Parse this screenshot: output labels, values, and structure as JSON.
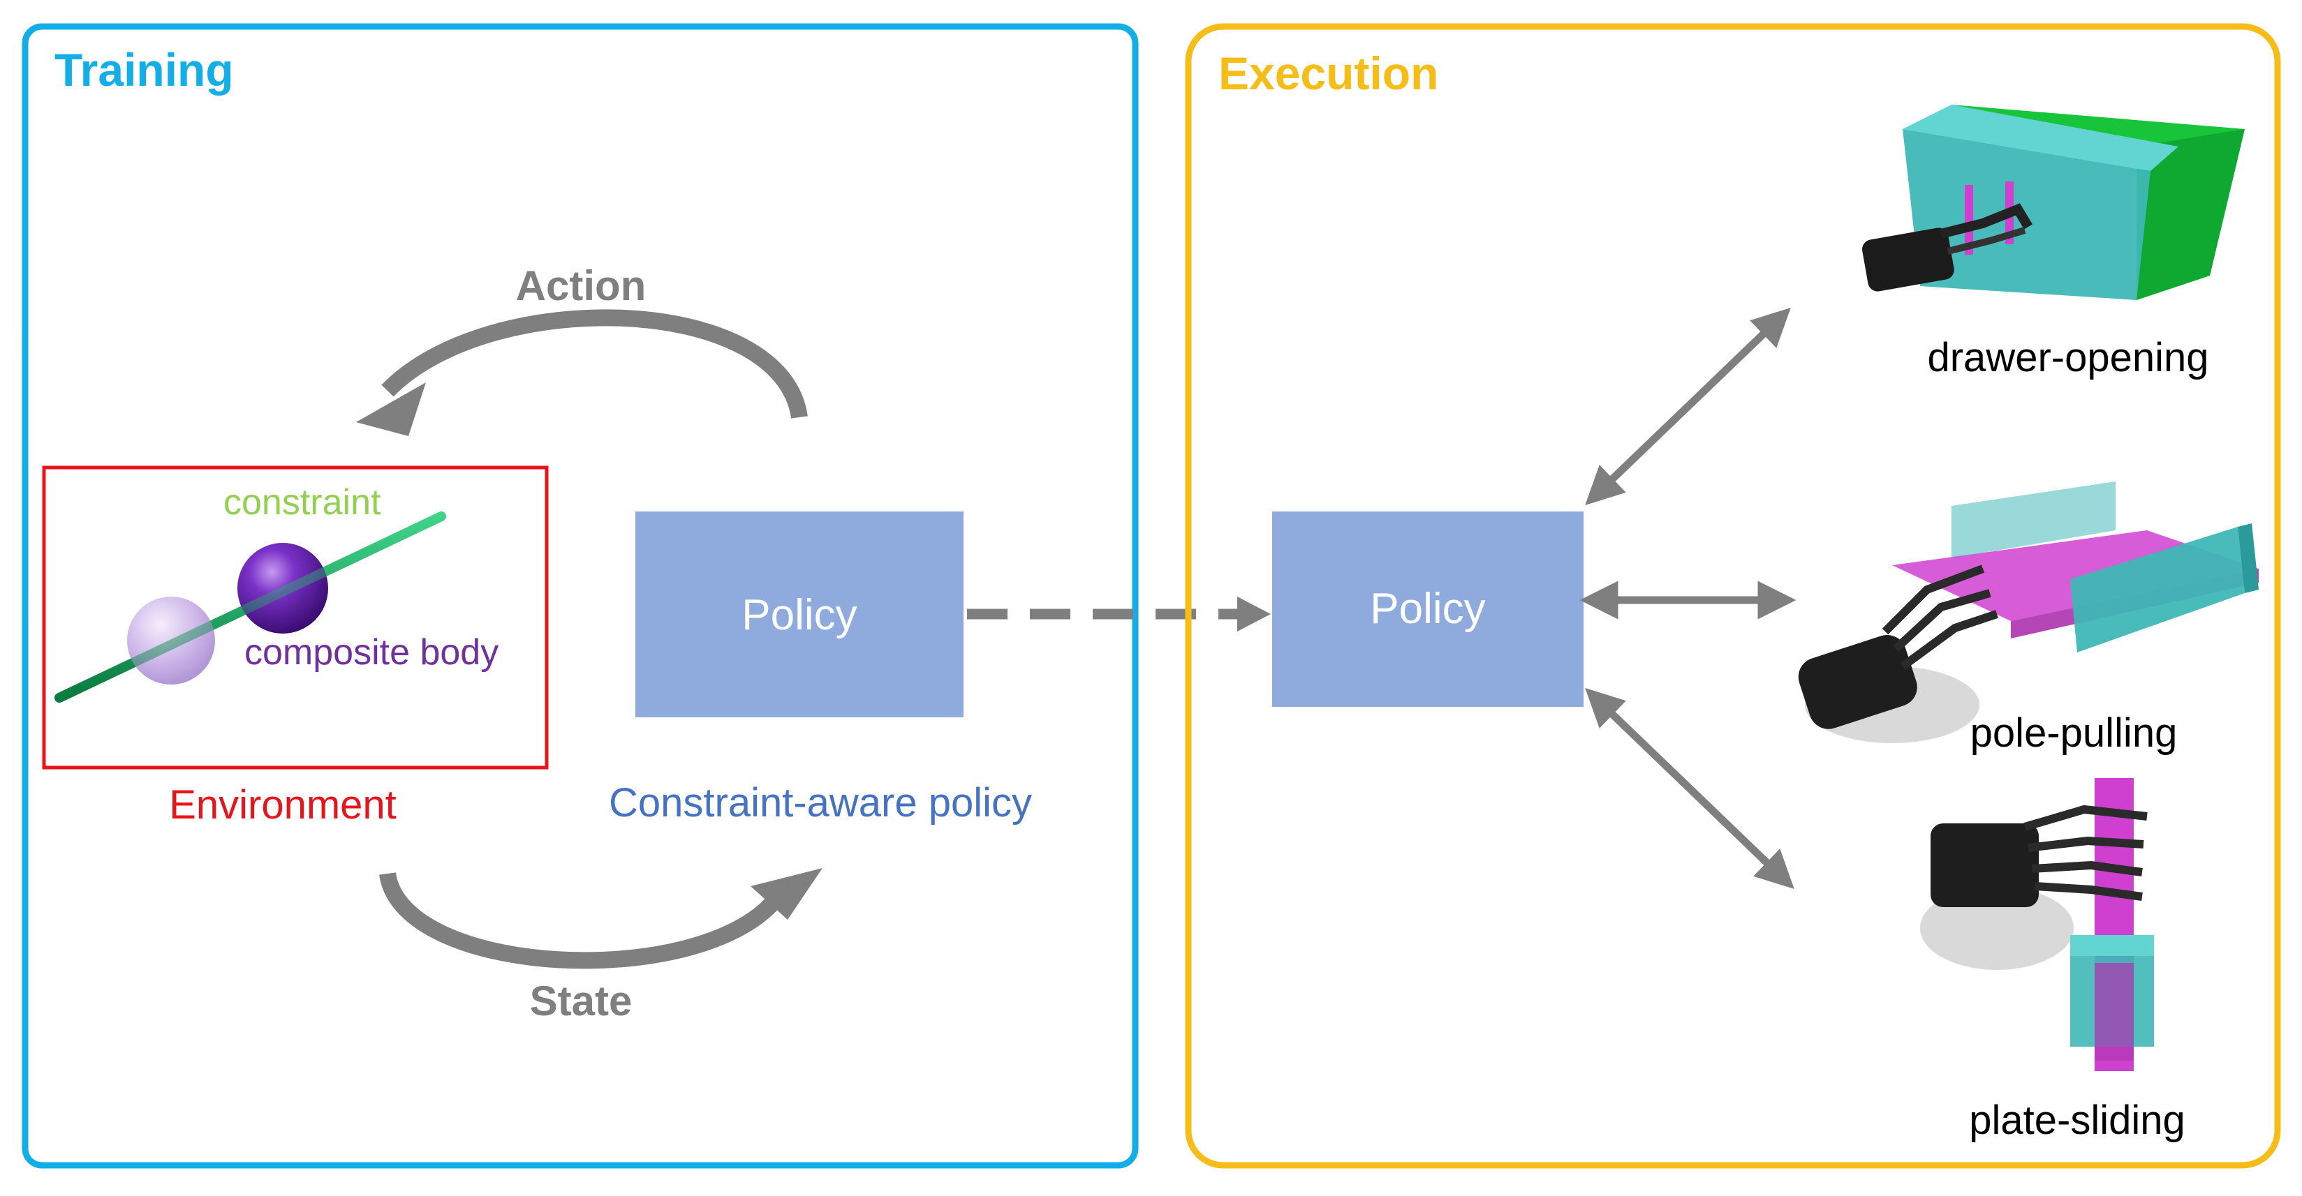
{
  "training": {
    "title": "Training",
    "action_label": "Action",
    "state_label": "State",
    "environment": {
      "constraint_label": "constraint",
      "body_label": "composite body",
      "caption": "Environment"
    },
    "policy": {
      "label": "Policy",
      "caption": "Constraint-aware policy"
    }
  },
  "execution": {
    "title": "Execution",
    "policy_label": "Policy",
    "tasks": [
      {
        "label": "drawer-opening"
      },
      {
        "label": "pole-pulling"
      },
      {
        "label": "plate-sliding"
      }
    ]
  },
  "colors": {
    "training": "#12aee8",
    "execution": "#f6bd16",
    "environment": "#e8141c",
    "policy_box": "#8faadc",
    "policy_caption": "#4472c4",
    "constraint": "#92d050",
    "composite_body": "#7030a0",
    "arrow": "#7f7f7f"
  }
}
